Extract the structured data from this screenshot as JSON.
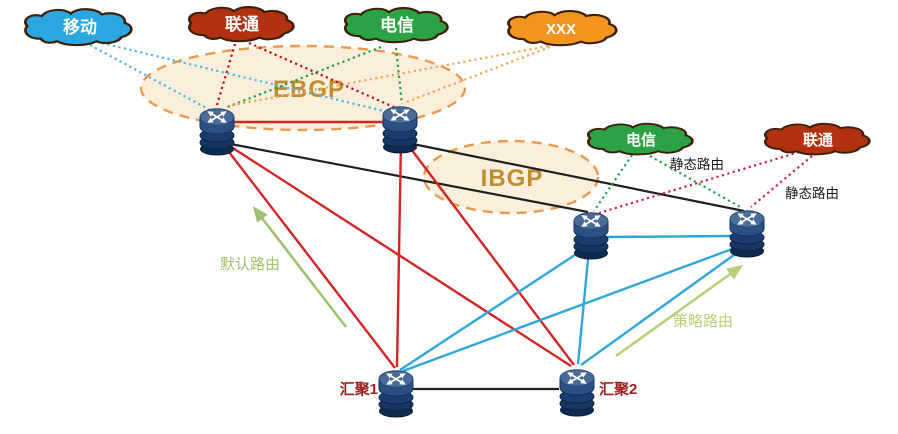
{
  "diagram": {
    "type": "bgp-network-topology",
    "zones": {
      "ebgp": "EBGP",
      "ibgp": "IBGP"
    },
    "clouds": {
      "mobile": {
        "label": "移动",
        "color": "#2aa7e0"
      },
      "unicom_top": {
        "label": "联通",
        "color": "#b23110"
      },
      "telecom_top": {
        "label": "电信",
        "color": "#2ba344"
      },
      "xxx": {
        "label": "XXX",
        "color": "#f2941e"
      },
      "telecom_right": {
        "label": "电信",
        "color": "#2ba344"
      },
      "unicom_right": {
        "label": "联通",
        "color": "#b23110"
      }
    },
    "routers": {
      "aggregation1": {
        "label": "汇聚1"
      },
      "aggregation2": {
        "label": "汇聚2"
      }
    },
    "annotations": {
      "static_route_top": "静态路由",
      "static_route_bottom": "静态路由",
      "default_route": "默认路由",
      "policy_route": "策略路由"
    },
    "colors": {
      "red_link": "#d42525",
      "blue_link": "#2ea7d8",
      "black_link": "#1f1f1f",
      "dotted_mobile": "#49b6e6",
      "dotted_unicom": "#c00d0d",
      "dotted_telecom": "#1f9c3d",
      "dotted_xxx": "#f0a45a",
      "dotted_telecom_right": "#2b9e4d",
      "dotted_unicom_right": "#cf2247",
      "zone_fill": "#fbeedb",
      "zone_stroke": "#e89a50",
      "zone_label": "#bf8c2f",
      "default_route_green": "#9ec26e",
      "policy_route_green": "#b9cf7a",
      "aggregation_label": "#9e1f1f",
      "static_label": "#1a1a1a"
    }
  }
}
